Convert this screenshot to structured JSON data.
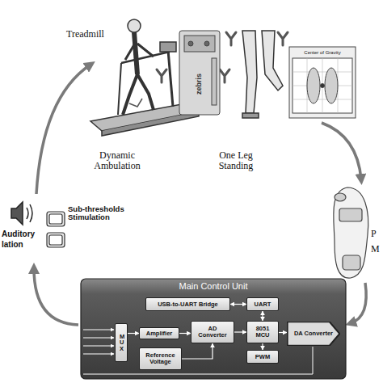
{
  "diagram": {
    "nodes": [
      {
        "text": [
          "Main Control Unit"
        ]
      },
      {
        "text": [
          "USB-to-UART Bridge"
        ],
        "in": 0
      },
      {
        "text": [
          "UART"
        ],
        "in": 0
      },
      {
        "text": [
          "MUX"
        ],
        "in": 0
      },
      {
        "text": [
          "Amplifier"
        ],
        "in": 0
      },
      {
        "text": [
          "AD Converter"
        ],
        "in": 0
      },
      {
        "text": [
          "8051 MCU"
        ],
        "in": 0
      },
      {
        "text": [
          "DA Converter"
        ],
        "in": 0
      },
      {
        "text": [
          "Reference Voltage"
        ],
        "in": 0
      },
      {
        "text": [
          "PWM"
        ],
        "in": 0
      }
    ],
    "edges": [
      {
        "from": 1,
        "to": 2,
        "arrow": "both"
      },
      {
        "from": 2,
        "to": 6,
        "arrow": "both"
      },
      {
        "from": 3,
        "to": 4,
        "arrow": "to"
      },
      {
        "from": 4,
        "to": 5,
        "arrow": "to"
      },
      {
        "from": 5,
        "to": 6,
        "arrow": "to"
      },
      {
        "from": 6,
        "to": 7,
        "arrow": "to"
      },
      {
        "from": 6,
        "to": 9,
        "arrow": "to"
      },
      {
        "from": 8,
        "to": 5,
        "arrow": "to"
      }
    ],
    "labels": [
      "Treadmill",
      "Dynamic Ambulation",
      "One Leg Standing",
      "zebris",
      "Center of Gravity",
      "P",
      "M",
      "Auditory",
      "lation",
      "Sub-thresholds Stimulation"
    ]
  }
}
